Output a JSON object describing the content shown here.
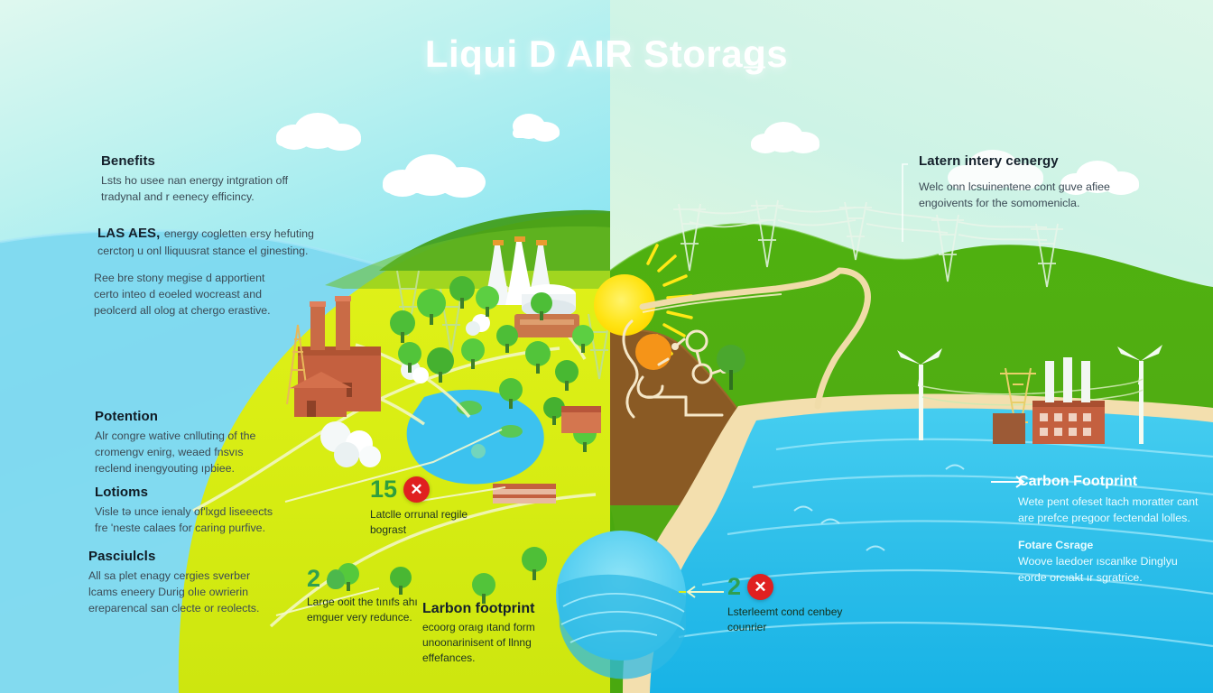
{
  "title": "Liqui D AIR Storaǥs",
  "palette": {
    "sky_left": "#8fe6f2",
    "sky_right": "#e2f7dd",
    "water_cyan": "#7fd9ef",
    "land_lime": "#d9ee16",
    "land_green": "#4aa80f",
    "ocean_blue": "#2fc0ea",
    "sand": "#f3dfae",
    "soil_brown": "#8a5a24",
    "sun_yellow": "#ffe815",
    "brick_red": "#c4603f",
    "alert_red": "#e02020",
    "accent_green": "#2e9e3e"
  },
  "left_panel": {
    "blocks": [
      {
        "heading": "Benefits",
        "body": "Lsts ho usee nan energy intgration off tradynal and r eenecy efficincy."
      },
      {
        "heading": "LAS AES,",
        "body": "energy cogletten ersy hefuting cerctoŋ u onl lliquusrat stance el ginesting."
      },
      {
        "heading": "",
        "body": "Ree bre stony megise d apportient certo inteo d eoeled wocreast and peolcerd all olog at chergo erastive."
      },
      {
        "heading": "Potention",
        "body": "Alr congre wative cnlluting of the cromengv enirg, weaed fnsvıs reclend inengyouting ıpbiee."
      },
      {
        "heading": "Lotioms",
        "body": "Visle tə unce ienaly of'lxgd liseeects fre 'neste calaes for caring purfive."
      },
      {
        "heading": "Pasciulcls",
        "body": "All sa plet enagy cergies sverber lcams eneery Durig olıe owrierin ereparencal san clecte or reolects."
      }
    ]
  },
  "right_panel": {
    "blocks": [
      {
        "heading": "Latern intery cenergy",
        "body": "Welc onn lcsuinentene cont guve afiee engoivents for the somomenicla."
      },
      {
        "heading": "Carbon Footprint",
        "body": "Wete pent ofeset ltach moratter cant are prefce pregoor fectendal lolles.",
        "sub_heading": "Fotare Csrage",
        "sub_body": "Woove laedoer ıscanlke Dinglyu eorde orcıakt ır sgratrice."
      }
    ]
  },
  "callouts": [
    {
      "id": "callout-15",
      "number": "15",
      "badge": "x",
      "badge_type": "x-mark",
      "text": "Latclle orrunal regile bograst"
    },
    {
      "id": "callout-2-left",
      "number": "2",
      "badge": "leaf",
      "badge_type": "leaf",
      "text": "Large ooit the tınıfs ahı emguer very redunce."
    },
    {
      "id": "callout-larbon",
      "number": "",
      "badge": "",
      "badge_type": "none",
      "heading": "Larbon footprint",
      "text": "ecoorg oraıg ıtand form unoonarinisent of llnng effefances."
    },
    {
      "id": "callout-2-right",
      "number": "2",
      "badge": "x",
      "badge_type": "x-mark",
      "text": "Lsterleemt cond cenbey counrier"
    }
  ],
  "scene": {
    "left_icons": [
      "factory-icon",
      "power-pylon-icon",
      "tree-icon",
      "lake-icon",
      "storage-tank-icon",
      "cooling-tower-icon",
      "brick-house-icon"
    ],
    "right_icons": [
      "sun-icon",
      "wind-turbine-icon",
      "transmission-tower-icon",
      "factory-icon",
      "ocean-icon",
      "molecule-icon",
      "tree-icon"
    ],
    "center_icon": "water-globe-icon"
  }
}
